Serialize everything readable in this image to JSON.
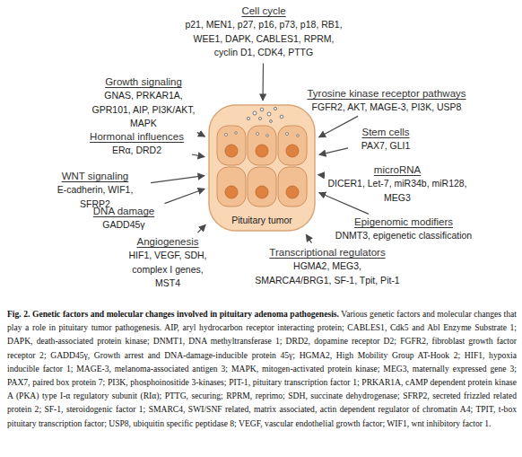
{
  "diagram": {
    "title": "Fig. 2. Genetic factors and molecular changes involved in pituitary adenoma pathogenesis.",
    "caption": "Various genetic factors and molecular changes that play a role in pituitary tumor pathogenesis. AIP, aryl hydrocarbon receptor interacting protein; CABLES1, Cdk5 and Abl Enzyme Substrate 1; DAPK, death-associated protein kinase; DNMT1, DNA methyltransferase 1; DRD2, dopamine receptor D2; FGFR2, fibroblast growth factor receptor 2; GADD45γ, Growth arrest and DNA-damage-inducible protein 45γ; HGMA2, High Mobility Group AT-Hook 2; HIF1, hypoxia inducible factor 1; MAGE-3, melanoma-associated antigen 3; MAPK, mitogen-activated protein kinase; MEG3, maternally expressed gene 3; PAX7, paired box protein 7; PI3K, phosphoinositide 3-kinases; PIT-1, pituitary transcription factor 1; PRKAR1A, cAMP dependent protein kinase A (PKA) type I-α regulatory subunit (RIα); PTTG, securing; RPRM, reprimo; SDH, succinate dehydrogenase; SFRP2, secreted frizzled related protein 2; SF-1, steroidogenic factor 1; SMARC4, SWI/SNF related, matrix associated, actin dependent regulator of chromatin A4; TPIT, t-box pituitary transcription factor; USP8, ubiquitin specific peptidase 8; VEGF, vascular endothelial growth factor; WIF1, wnt inhibitory factor 1.",
    "nodes": [
      {
        "text": [
          "Cell cycle",
          "p21, MEN1, p27, p16, p73, p18, RB1, WEE1, DAPK, CABLES1, RPRM, cyclin D1, CDK4, PTTG"
        ]
      },
      {
        "text": [
          "Growth signaling",
          "GNAS, PRKAR1A, GPR101, AIP, PI3K/AKT, MAPK"
        ]
      },
      {
        "text": [
          "Tyrosine kinase receptor pathways",
          "FGFR2, AKT, MAGE-3, PI3K, USP8"
        ]
      },
      {
        "text": [
          "Hormonal influences",
          "ERα, DRD2"
        ]
      },
      {
        "text": [
          "Stem cells",
          "PAX7, GLI1"
        ]
      },
      {
        "text": [
          "WNT signaling",
          "E-cadherin, WIF1, SFRP2"
        ]
      },
      {
        "text": [
          "microRNA",
          "DICER1, Let-7, miR34b, miR128, MEG3"
        ]
      },
      {
        "text": [
          "DNA damage",
          "GADD45γ"
        ]
      },
      {
        "text": [
          "Epigenomic modifiers",
          "DNMT3, epigenetic classification"
        ]
      },
      {
        "text": [
          "Angiogenesis",
          "HIF1, VEGF, SDH, complex I genes, MST4"
        ]
      },
      {
        "text": [
          "Transcriptional regulators",
          "HGMA2, MEG3, SMARCA4/BRG1, SF-1, Tpit, Pit-1"
        ]
      },
      {
        "text": [
          "Pituitary tumor"
        ]
      }
    ],
    "edges": [
      {
        "from": 0,
        "to": 11,
        "arrow": "to"
      },
      {
        "from": 1,
        "to": 11,
        "arrow": "to"
      },
      {
        "from": 2,
        "to": 11,
        "arrow": "to"
      },
      {
        "from": 3,
        "to": 11,
        "arrow": "to"
      },
      {
        "from": 4,
        "to": 11,
        "arrow": "to"
      },
      {
        "from": 5,
        "to": 11,
        "arrow": "to"
      },
      {
        "from": 6,
        "to": 11,
        "arrow": "to"
      },
      {
        "from": 7,
        "to": 11,
        "arrow": "to"
      },
      {
        "from": 8,
        "to": 11,
        "arrow": "to"
      },
      {
        "from": 9,
        "to": 11,
        "arrow": "to"
      },
      {
        "from": 10,
        "to": 11,
        "arrow": "to"
      }
    ]
  }
}
